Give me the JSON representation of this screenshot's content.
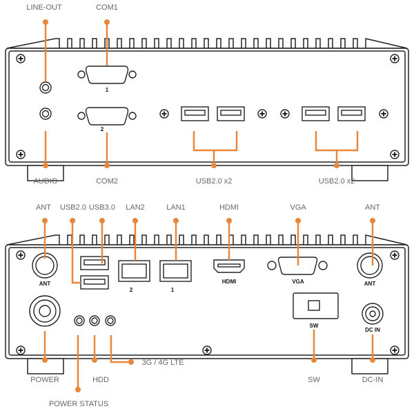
{
  "front_panel": {
    "labels": {
      "line_out": "LINE-OUT",
      "com1": "COM1",
      "audio": "AUDIO",
      "com2": "COM2",
      "usb_a": "USB2.0 x2",
      "usb_b": "USB2.0 x2"
    },
    "port_marks": {
      "com1": "1",
      "com2": "2"
    }
  },
  "rear_panel": {
    "labels": {
      "ant_left": "ANT",
      "usb20": "USB2.0",
      "usb30": "USB3.0",
      "lan2": "LAN2",
      "lan1": "LAN1",
      "hdmi": "HDMI",
      "vga": "VGA",
      "ant_right": "ANT",
      "power": "POWER",
      "hdd": "HDD",
      "lte": "3G / 4G LTE",
      "power_status": "POWER STATUS",
      "sw": "SW",
      "dc_in": "DC-IN"
    },
    "port_marks": {
      "ant_left": "ANT",
      "ant_right": "ANT",
      "lan2": "2",
      "lan1": "1",
      "hdmi": "HDMI",
      "vga": "VGA",
      "sw": "SW",
      "dc_in": "DC IN"
    }
  },
  "colors": {
    "callout": "#e8873a",
    "label": "#666666",
    "outline": "#222222"
  }
}
